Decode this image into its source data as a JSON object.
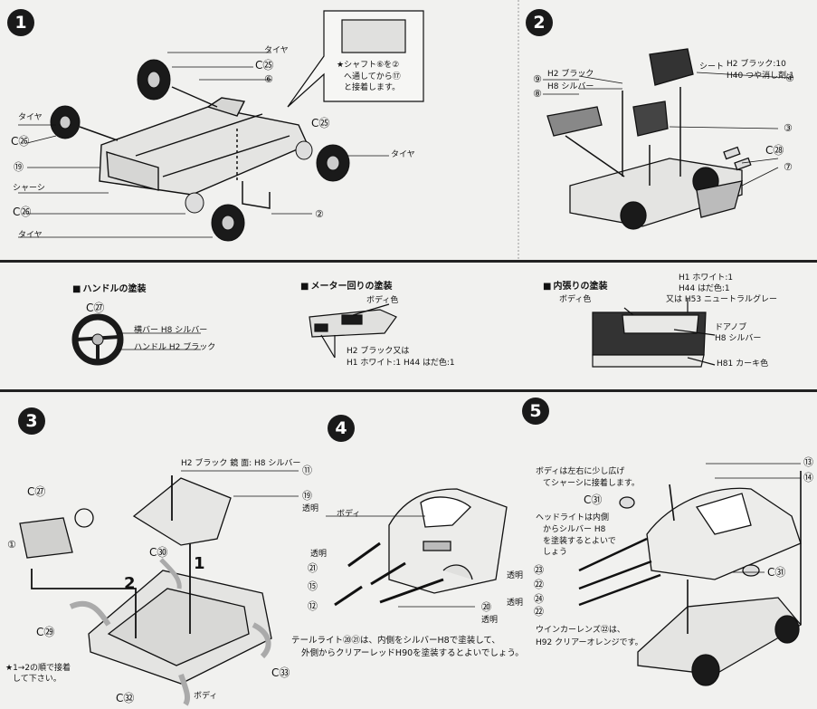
{
  "steps": {
    "s1": "1",
    "s2": "2",
    "s3": "3",
    "s4": "4",
    "s5": "5"
  },
  "step1": {
    "tire_top": "タイヤ",
    "c25_top": "C㉕",
    "part6": "⑥",
    "tire_left": "タイヤ",
    "c26_left": "C㉖",
    "part19": "⑲",
    "chassis": "シャーシ",
    "c26_bottom": "C㉖",
    "tire_bottom": "タイヤ",
    "c25_right": "C㉕",
    "tire_right": "タイヤ",
    "part2": "②",
    "note_line1": "★シャフト⑥を②",
    "note_line2": "へ通してから⑰",
    "note_line3": "と接着します。"
  },
  "step2": {
    "paint9": "H2 ブラック",
    "paint8": "H8 シルバー",
    "p9": "⑨",
    "p8": "⑧",
    "seat": "シート",
    "seat_paint1": "H2 ブラック:10",
    "seat_paint2": "H40 つや消し剤:1",
    "p4": "④",
    "p3": "③",
    "c28": "C㉘",
    "p7": "⑦"
  },
  "painting": {
    "handle_title": "ハンドルの塗装",
    "handle_c27": "C㉗",
    "handle_bar": "横バー H8 シルバー",
    "handle_wheel": "ハンドル H2 ブラック",
    "meter_title": "メーター回りの塗装",
    "meter_body": "ボディ色",
    "meter_paint1": "H2 ブラック又は",
    "meter_paint2": "H1 ホワイト:1 H44 はだ色:1",
    "interior_title": "内張りの塗装",
    "interior_body": "ボディ色",
    "interior_paint1": "H1 ホワイト:1",
    "interior_paint2": "H44 はだ色:1",
    "interior_paint3": "又は H53 ニュートラルグレー",
    "interior_door1": "ドアノブ",
    "interior_door2": "H8 シルバー",
    "interior_bottom": "H81 カーキ色"
  },
  "step3": {
    "c27": "C㉗",
    "p1": "①",
    "paint_top": "H2 ブラック 鏡 面: H8 シルバー",
    "p11": "⑪",
    "p19": "⑲",
    "clear": "透明",
    "c30": "C㉚",
    "arrow2": "2",
    "arrow1": "1",
    "c29": "C㉙",
    "c33": "C㉝",
    "note1": "★1→2の順で接着",
    "note2": "して下さい。",
    "c32": "C㉜",
    "body": "ボディ"
  },
  "step4": {
    "body": "ボディ",
    "clear_top": "透明",
    "p21": "㉑",
    "p15": "⑮",
    "p12": "⑫",
    "p20": "⑳",
    "clear_bottom": "透明",
    "note1": "テールライト⑳㉑は、内側をシルバーH8で塗装して、",
    "note2": "外側からクリアーレッドH90を塗装するとよいでしょう。"
  },
  "step5": {
    "p13": "⑬",
    "p14": "⑭",
    "note_a1": "ボディは左右に少し広げ",
    "note_a2": "てシャーシに接着します。",
    "c31_top": "C㉛",
    "note_b1": "ヘッドライトは内側",
    "note_b2": "からシルバー H8",
    "note_b3": "を塗装するとよいで",
    "note_b4": "しょう",
    "clear1": "透明",
    "p23": "㉓",
    "p22a": "㉒",
    "clear2": "透明",
    "p24": "㉔",
    "p22b": "㉒",
    "c31_right": "C㉛",
    "winker1": "ウインカーレンズ㉒は、",
    "winker2": "H92 クリアーオレンジです。"
  }
}
